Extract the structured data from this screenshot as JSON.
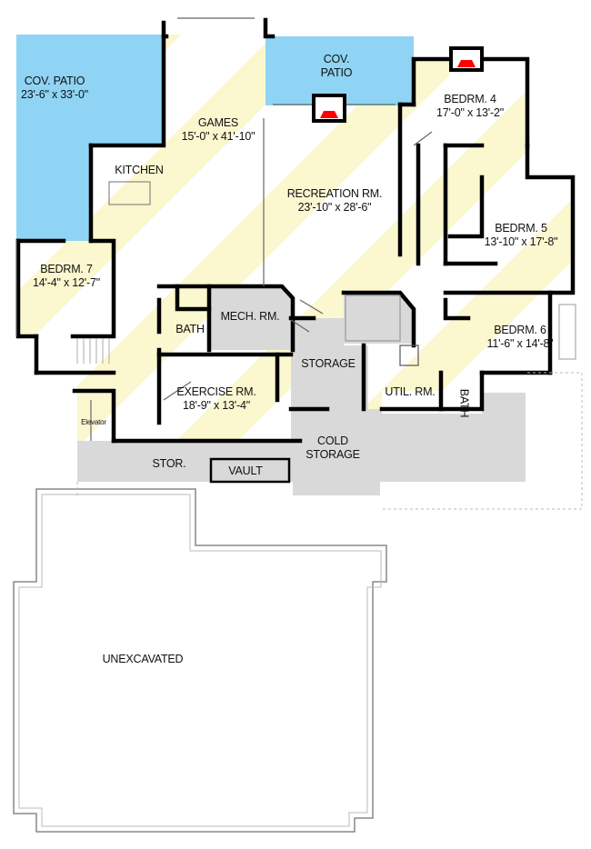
{
  "colors": {
    "patio": "#8fd4f4",
    "living": "#fbf7cf",
    "utility": "#d9d9d9",
    "wall": "#000000",
    "fireplace": "#ff0000"
  },
  "rooms": {
    "cov_patio_left": {
      "name": "COV. PATIO",
      "size": "23'-6\" x 33'-0\""
    },
    "cov_patio_top": {
      "name": "COV.",
      "name2": "PATIO"
    },
    "games": {
      "name": "GAMES",
      "size": "15'-0\" x 41'-10\""
    },
    "kitchen": {
      "name": "KITCHEN"
    },
    "recreation": {
      "name": "RECREATION RM.",
      "size": "23'-10\" x 28'-6\""
    },
    "bedrm4": {
      "name": "BEDRM. 4",
      "size": "17'-0\" x 13'-2\""
    },
    "bedrm5": {
      "name": "BEDRM. 5",
      "size": "13'-10\" x 17'-8\""
    },
    "bedrm6": {
      "name": "BEDRM. 6",
      "size": "11'-6\" x 14'-8\""
    },
    "bedrm7": {
      "name": "BEDRM. 7",
      "size": "14'-4\" x 12'-7\""
    },
    "bath_left": {
      "name": "BATH"
    },
    "bath_right": {
      "name": "BATH"
    },
    "mech": {
      "name": "MECH. RM."
    },
    "exercise": {
      "name": "EXERCISE RM.",
      "size": "18'-9\" x 13'-4\""
    },
    "storage": {
      "name": "STORAGE"
    },
    "util": {
      "name": "UTIL. RM."
    },
    "cold_storage": {
      "name": "COLD",
      "name2": "STORAGE"
    },
    "stor": {
      "name": "STOR."
    },
    "vault": {
      "name": "VAULT"
    },
    "elevator": {
      "name": "Elevator"
    },
    "unexcavated": {
      "name": "UNEXCAVATED"
    }
  }
}
